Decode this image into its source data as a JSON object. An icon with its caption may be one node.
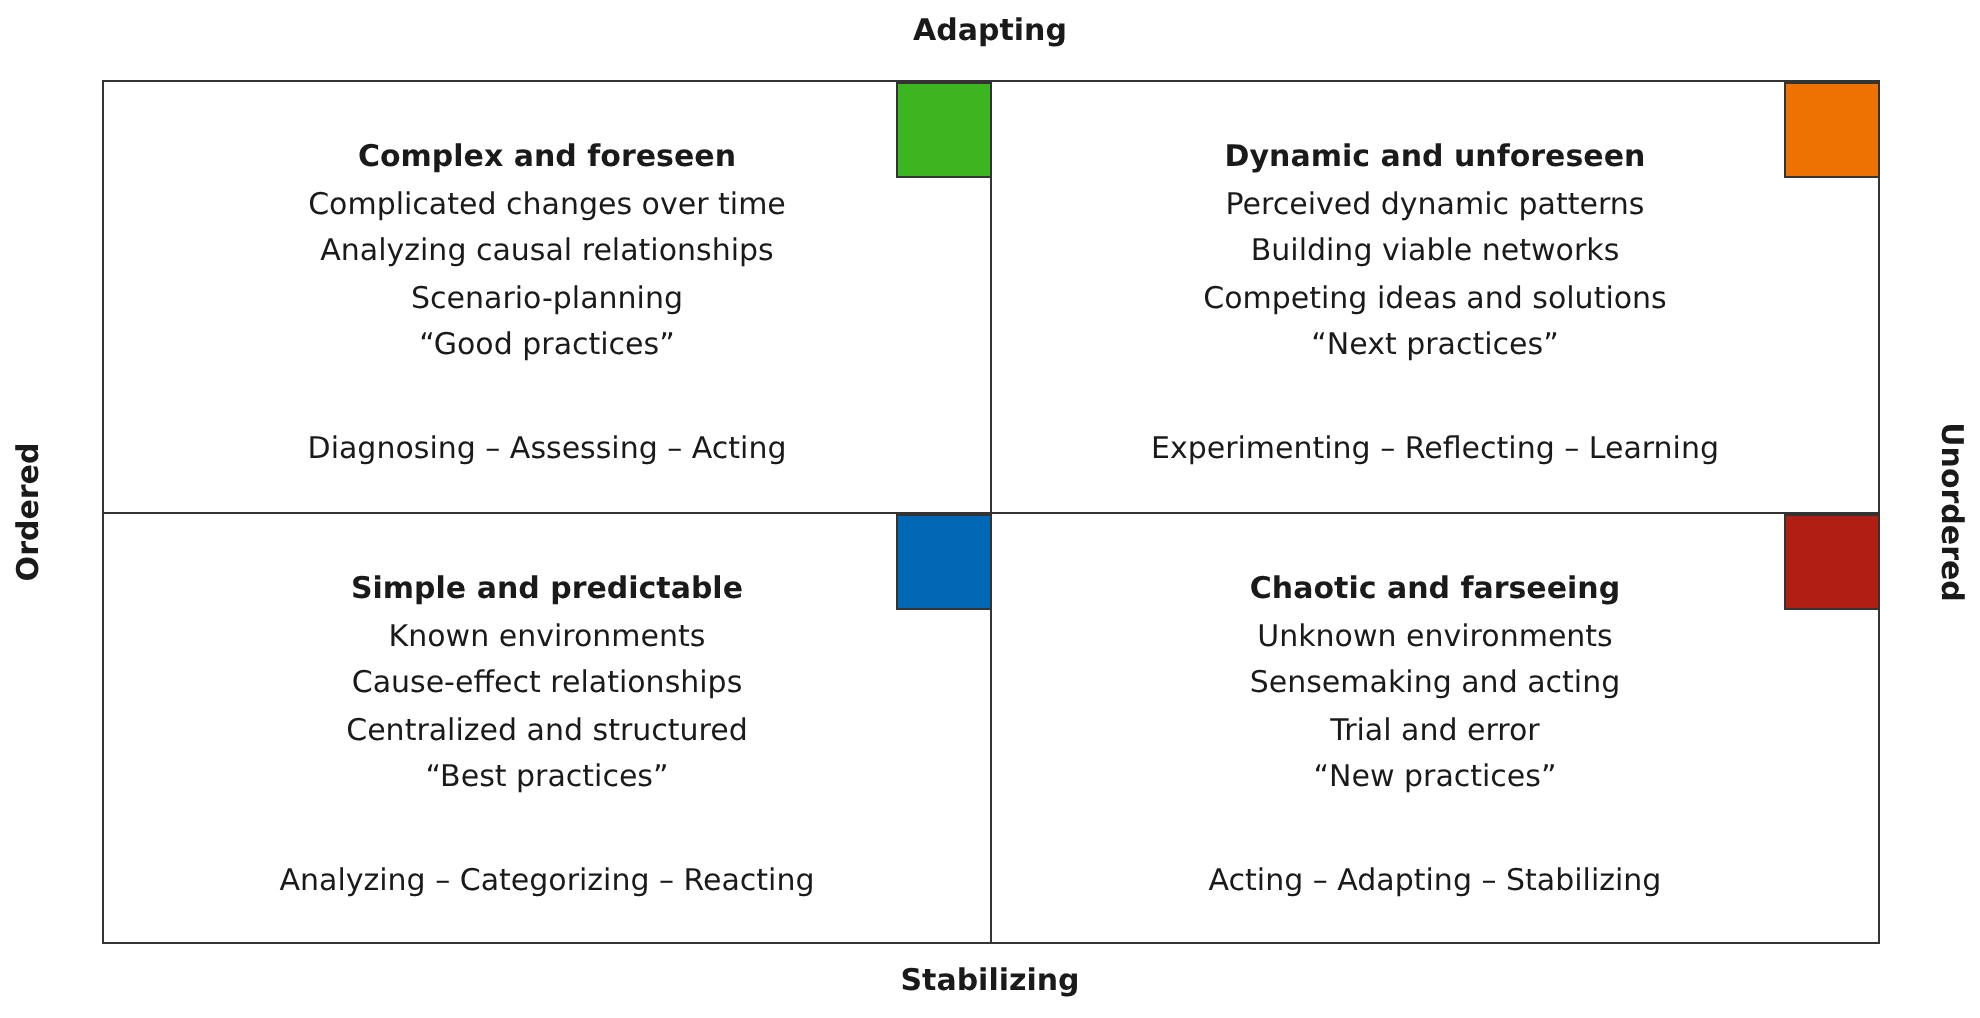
{
  "diagram": {
    "nodes": [
      {
        "text": [
          "Complex and foreseen",
          "Complicated changes over time",
          "Analyzing causal relationships",
          "Scenario-planning",
          "“Good practices”",
          "Diagnosing – Assessing – Acting"
        ]
      },
      {
        "text": [],
        "shape": "box",
        "in": 0
      },
      {
        "text": [
          "Dynamic and unforeseen",
          "Perceived dynamic patterns",
          "Building viable networks",
          "Competing ideas and solutions",
          "“Next practices”",
          "Experimenting – Reflecting – Learning"
        ]
      },
      {
        "text": [],
        "shape": "box",
        "in": 2
      },
      {
        "text": [
          "Simple and predictable",
          "Known environments",
          "Cause-effect relationships",
          "Centralized and structured",
          "“Best practices”",
          "Analyzing – Categorizing – Reacting"
        ]
      },
      {
        "text": [],
        "shape": "box",
        "in": 4
      },
      {
        "text": [
          "Chaotic and farseeing",
          "Unknown environments",
          "Sensemaking and acting",
          "Trial and error",
          "“New practices”",
          "Acting – Adapting – Stabilizing"
        ]
      },
      {
        "text": [],
        "shape": "box",
        "in": 6
      }
    ],
    "labels": [
      "Adapting",
      "Ordered",
      "Unordered",
      "Stabilizing"
    ]
  }
}
